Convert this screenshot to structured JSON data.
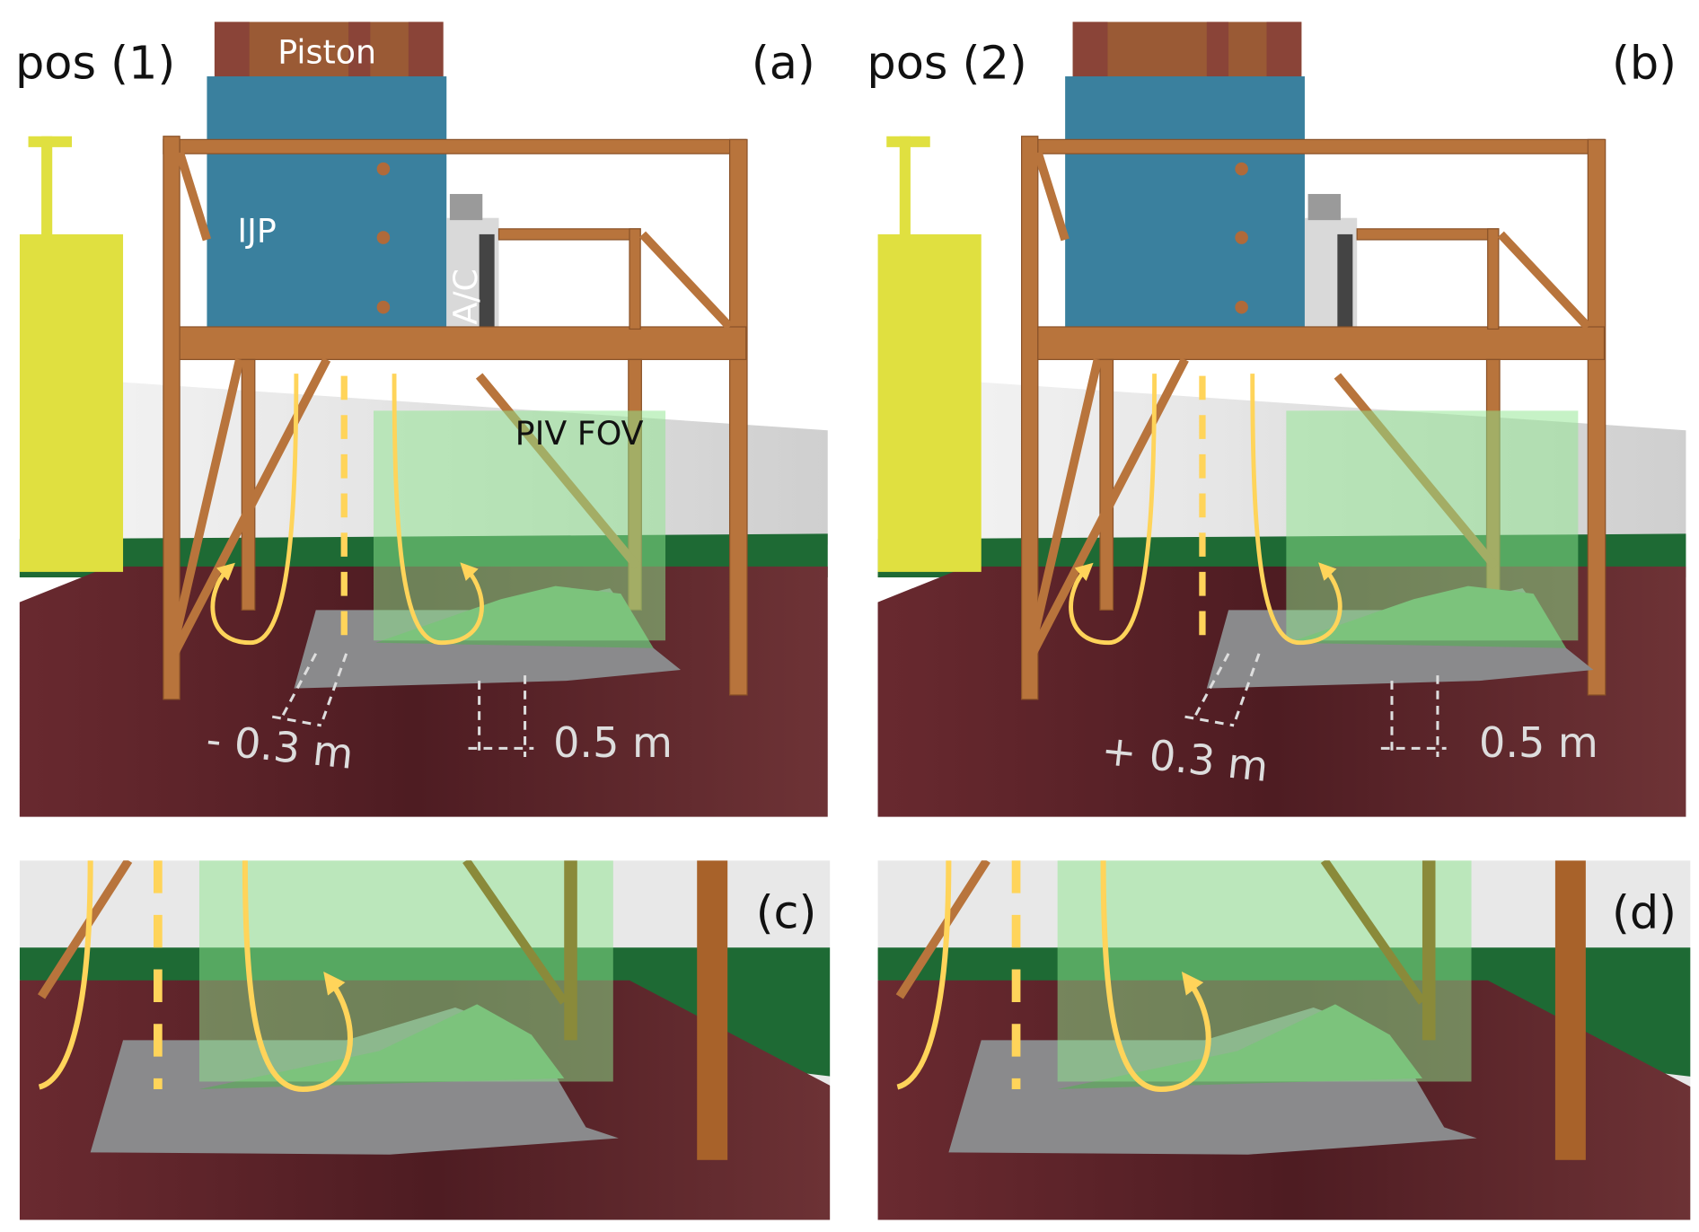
{
  "panels": {
    "a": {
      "tag": "(a)",
      "position": "pos (1)",
      "piston": "Piston",
      "ijp": "IJP",
      "ac": "A/C",
      "fov": "PIV FOV",
      "offset": "- 0.3 m",
      "spacing": "0.5 m"
    },
    "b": {
      "tag": "(b)",
      "position": "pos (2)",
      "offset": "+ 0.3 m",
      "spacing": "0.5 m"
    },
    "c": {
      "tag": "(c)"
    },
    "d": {
      "tag": "(d)"
    }
  },
  "colors": {
    "jet_flow": "#ffd45a",
    "ijp_box": "#3a809e",
    "piston": "#9a5a35",
    "frame": "#b8743c",
    "fov": "#8ee68e",
    "floor": "#5e2228",
    "floor_band": "#1e6a34",
    "building": "#e0e040",
    "terrain": "#8a8a8c"
  }
}
